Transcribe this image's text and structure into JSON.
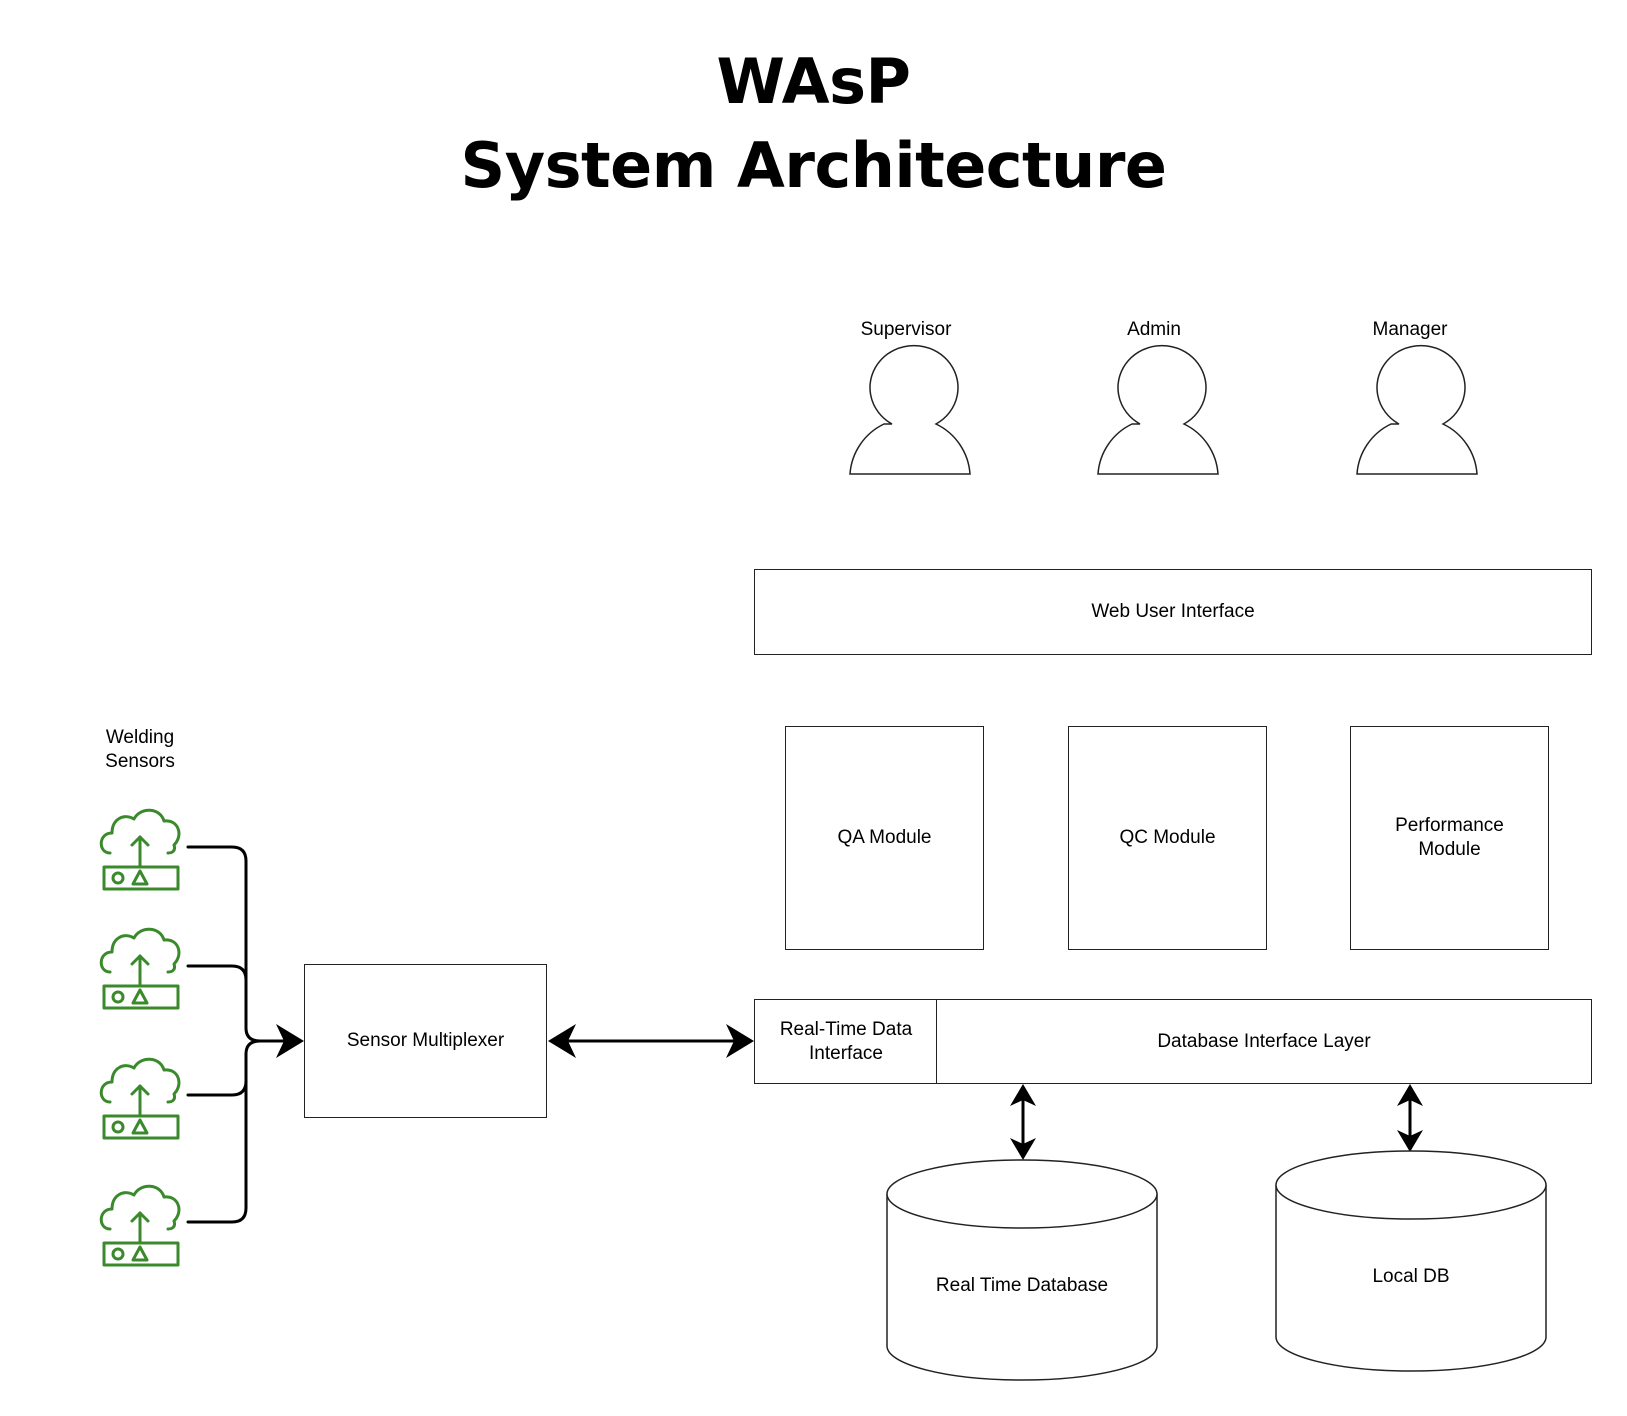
{
  "title": {
    "line1": "WAsP",
    "line2": "System Architecture"
  },
  "actors": [
    {
      "label": "Supervisor"
    },
    {
      "label": "Admin"
    },
    {
      "label": "Manager"
    }
  ],
  "web_ui": {
    "label": "Web User Interface"
  },
  "modules": [
    {
      "label": "QA Module"
    },
    {
      "label": "QC Module"
    },
    {
      "label": "Performance\nModule"
    }
  ],
  "sensors": {
    "label": "Welding\nSensors",
    "count": 4,
    "icon": "cloud-upload-sensor-icon",
    "color": "#3a8a2c"
  },
  "multiplexer": {
    "label": "Sensor Multiplexer"
  },
  "realtime_interface": {
    "label": "Real-Time Data\nInterface"
  },
  "db_interface": {
    "label": "Database Interface Layer"
  },
  "databases": [
    {
      "label": "Real Time Database"
    },
    {
      "label": "Local DB"
    }
  ],
  "colors": {
    "line": "#000000",
    "outline": "#222222",
    "sensor": "#3a8a2c"
  }
}
